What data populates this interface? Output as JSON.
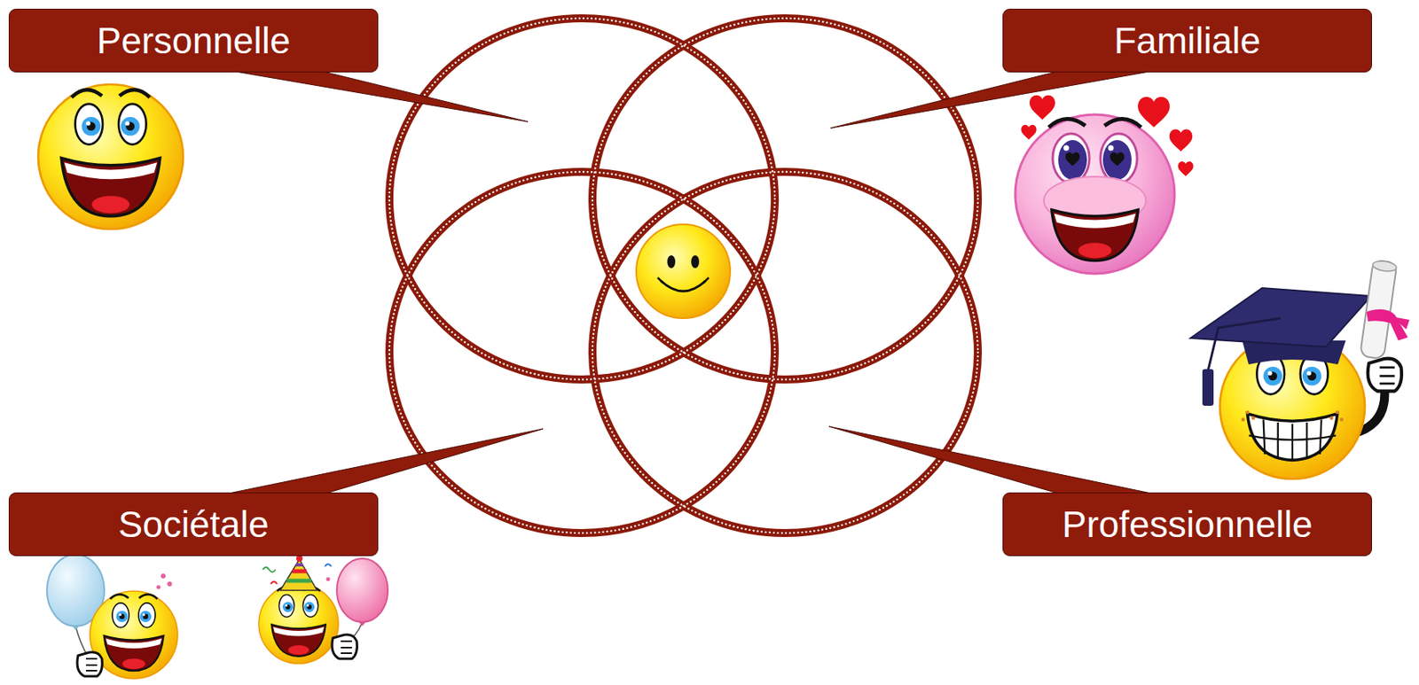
{
  "diagram": {
    "nodes": [
      {
        "text": [
          "Personnelle"
        ]
      },
      {
        "text": [
          "Familiale"
        ]
      },
      {
        "text": [
          "Sociétale"
        ]
      },
      {
        "text": [
          "Professionnelle"
        ]
      }
    ]
  }
}
